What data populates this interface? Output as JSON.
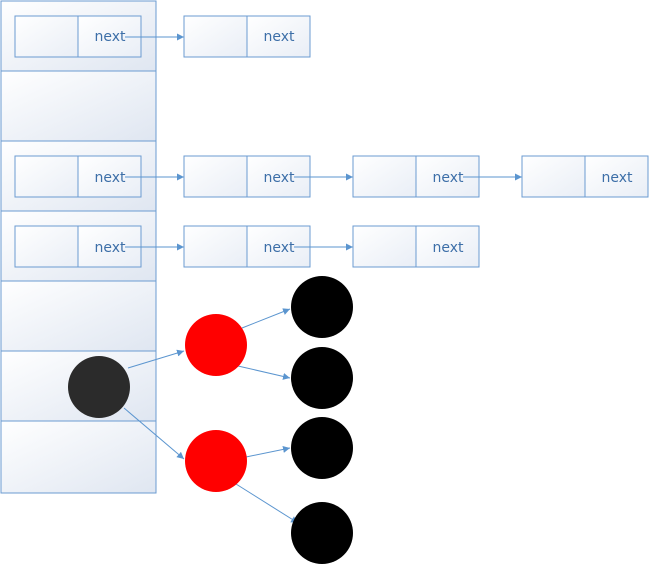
{
  "next_label": "next",
  "colors": {
    "outline": "#6b9bd1",
    "text": "#3d6fa8",
    "arrow": "#5b95cf",
    "red_node": "#ff0000",
    "root_node": "#2b2b2b",
    "black_node": "#000000"
  },
  "table": {
    "slot_count": 7,
    "slots": [
      {
        "chain_length": 2
      },
      {
        "chain_length": 0
      },
      {
        "chain_length": 4
      },
      {
        "chain_length": 3
      },
      {
        "chain_length": 0
      },
      {
        "chain_length": 0,
        "tree": true
      },
      {
        "chain_length": 0
      }
    ]
  },
  "tree": {
    "root": {
      "color": "root_node"
    },
    "level1": [
      {
        "color": "red_node"
      },
      {
        "color": "red_node"
      }
    ],
    "level2": [
      {
        "color": "black_node"
      },
      {
        "color": "black_node"
      },
      {
        "color": "black_node"
      },
      {
        "color": "black_node"
      }
    ]
  }
}
